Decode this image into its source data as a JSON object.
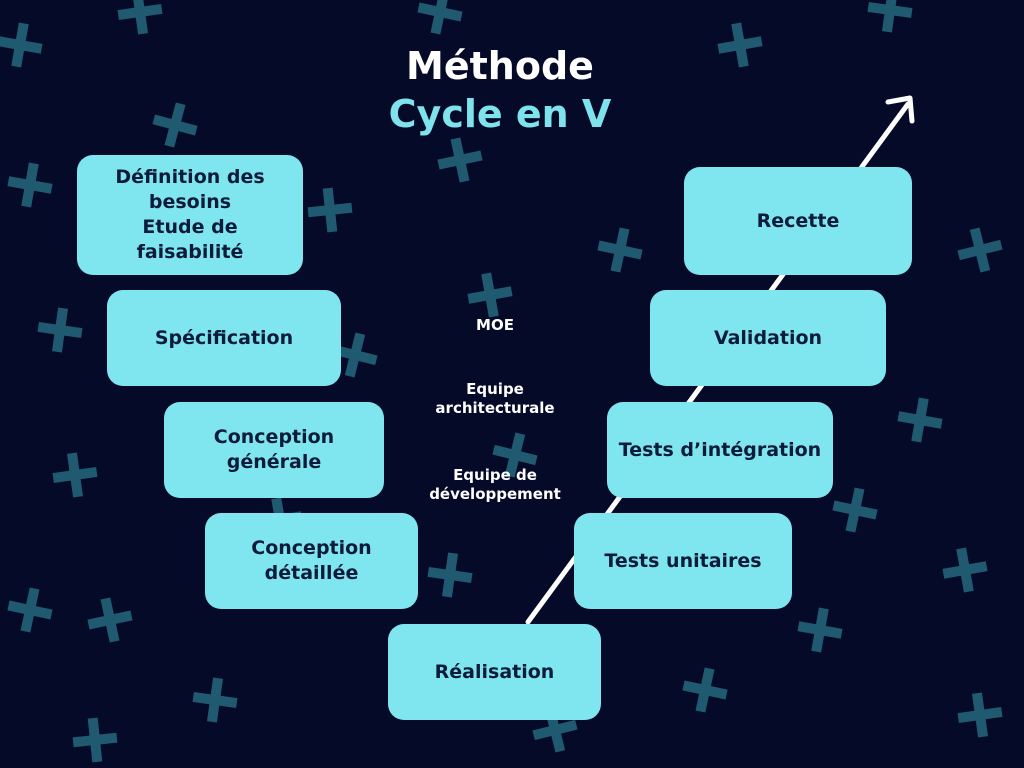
{
  "title": {
    "line1": "Méthode",
    "line2": "Cycle en V"
  },
  "left_steps": [
    {
      "label": "Définition des\nbesoins\nEtude de faisabilité"
    },
    {
      "label": "Spécification"
    },
    {
      "label": "Conception\ngénérale"
    },
    {
      "label": "Conception\ndétaillée"
    }
  ],
  "bottom_step": {
    "label": "Réalisation"
  },
  "right_steps": [
    {
      "label": "Tests unitaires"
    },
    {
      "label": "Tests d’intégration"
    },
    {
      "label": "Validation"
    },
    {
      "label": "Recette"
    }
  ],
  "roles": [
    {
      "label": "MOE"
    },
    {
      "label": "Equipe\narchitecturale"
    },
    {
      "label": "Equipe de\ndéveloppement"
    }
  ],
  "colors": {
    "background": "#050a28",
    "box": "#7fe6ef",
    "box_text": "#0d1b3a",
    "accent": "#7fe3ee",
    "plus_pattern": "#1f5a70",
    "arrow": "#ffffff"
  }
}
